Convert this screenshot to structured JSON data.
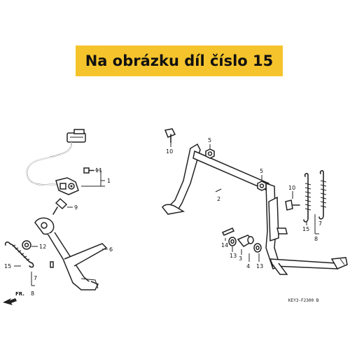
{
  "banner": {
    "text": "Na obrázku díl číslo 15"
  },
  "callouts": {
    "c1": "1",
    "c2": "2",
    "c3": "3",
    "c4": "4",
    "c5a": "5",
    "c5b": "5",
    "c6": "6",
    "c7a": "7",
    "c7b": "7",
    "c8a": "8",
    "c8b": "8",
    "c9": "9",
    "c10a": "10",
    "c10b": "10",
    "c11": "11",
    "c12": "12",
    "c13a": "13",
    "c13b": "13",
    "c14": "14",
    "c15a": "15",
    "c15b": "15"
  },
  "direction": {
    "label": "FR."
  },
  "diagram_code": "KEY3-F2300 B",
  "colors": {
    "banner": "#f5c42c",
    "line": "#222222"
  }
}
